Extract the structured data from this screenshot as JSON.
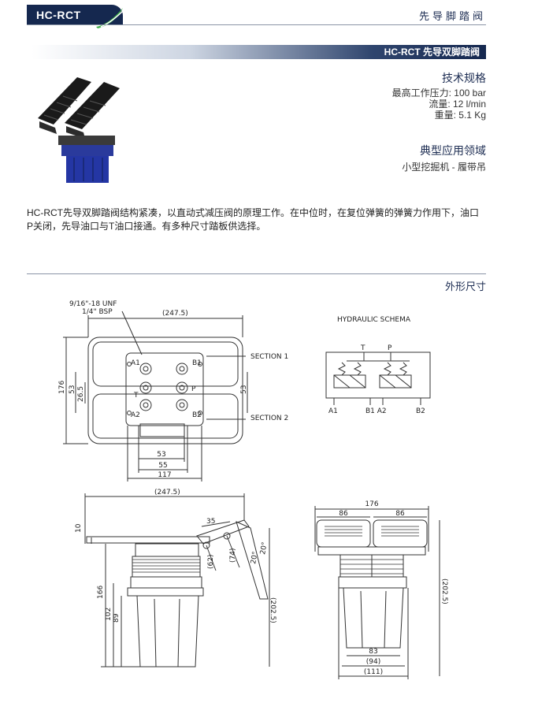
{
  "header": {
    "badge": "HC-RCT",
    "category": "先导脚踏阀"
  },
  "title_bar": "HC-RCT 先导双脚踏阀",
  "specs": {
    "heading": "技术规格",
    "lines": [
      "最高工作压力: 100 bar",
      "流量: 12 l/min",
      "重量: 5.1 Kg"
    ]
  },
  "applications": {
    "heading": "典型应用领域",
    "text": "小型挖掘机 - 履带吊"
  },
  "description": {
    "line1": "HC-RCT先导双脚踏阀结构紧凑，以直动式减压阀的原理工作。在中位时，在复位弹簧的弹簧力作用下，油口",
    "line2": "P关闭，先导油口与T油口接通。有多种尺寸踏板供选择。"
  },
  "dimensions_heading": "外形尺寸",
  "top_view": {
    "thread1": "9/16\"-18 UNF",
    "thread2": "1/4\" BSP",
    "width": "(247.5)",
    "section1": "SECTION 1",
    "section2": "SECTION 2",
    "port_a1": "A1",
    "port_b1": "B1",
    "port_t": "T",
    "port_p": "P",
    "port_a2": "A2",
    "port_b2": "B2",
    "h176": "176",
    "h53a": "53",
    "h265": "26.5",
    "h53b": "53",
    "w53": "53",
    "w55": "55",
    "w117": "117"
  },
  "schema": {
    "title": "HYDRAULIC SCHEMA",
    "t": "T",
    "p": "P",
    "a1": "A1",
    "b1a2": "B1 A2",
    "b2": "B2"
  },
  "side_view": {
    "width": "(247.5)",
    "d10": "10",
    "d35": "35",
    "d62": "(62)",
    "d74": "(74)",
    "ang1": "20°",
    "ang2": "20°",
    "d2025": "(202.5)",
    "d166": "166",
    "d102": "102",
    "d89": "89"
  },
  "front_view": {
    "d176": "176",
    "d86a": "86",
    "d86b": "86",
    "d2025": "(202.5)",
    "d83": "83",
    "d94": "(94)",
    "d111": "(111)"
  }
}
